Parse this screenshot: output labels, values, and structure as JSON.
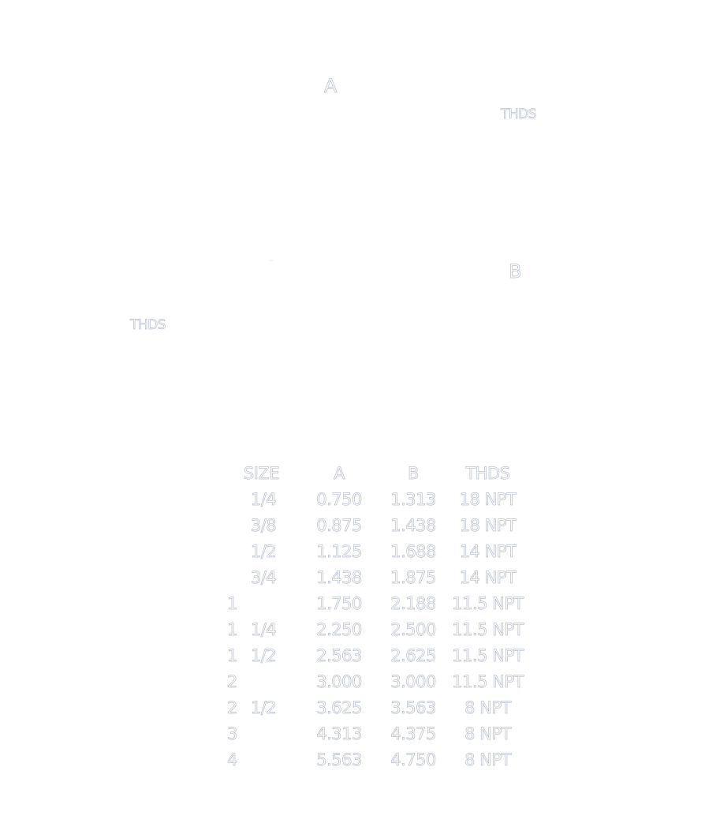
{
  "labels": {
    "dim_a": "A",
    "thds_top": "THDS",
    "dim_b": "B",
    "thds_left": "THDS"
  },
  "table": {
    "headers": {
      "size": "SIZE",
      "a": "A",
      "b": "B",
      "thds": "THDS"
    },
    "rows": [
      {
        "whole": "",
        "frac": "1/4",
        "a": "0.750",
        "b": "1.313",
        "thds": "18 NPT"
      },
      {
        "whole": "",
        "frac": "3/8",
        "a": "0.875",
        "b": "1.438",
        "thds": "18 NPT"
      },
      {
        "whole": "",
        "frac": "1/2",
        "a": "1.125",
        "b": "1.688",
        "thds": "14 NPT"
      },
      {
        "whole": "",
        "frac": "3/4",
        "a": "1.438",
        "b": "1.875",
        "thds": "14 NPT"
      },
      {
        "whole": "1",
        "frac": "",
        "a": "1.750",
        "b": "2.188",
        "thds": "11.5 NPT"
      },
      {
        "whole": "1",
        "frac": "1/4",
        "a": "2.250",
        "b": "2.500",
        "thds": "11.5 NPT"
      },
      {
        "whole": "1",
        "frac": "1/2",
        "a": "2.563",
        "b": "2.625",
        "thds": "11.5 NPT"
      },
      {
        "whole": "2",
        "frac": "",
        "a": "3.000",
        "b": "3.000",
        "thds": "11.5 NPT"
      },
      {
        "whole": "2",
        "frac": "1/2",
        "a": "3.625",
        "b": "3.563",
        "thds": "8 NPT"
      },
      {
        "whole": "3",
        "frac": "",
        "a": "4.313",
        "b": "4.375",
        "thds": "8 NPT"
      },
      {
        "whole": "4",
        "frac": "",
        "a": "5.563",
        "b": "4.750",
        "thds": "8 NPT"
      }
    ]
  }
}
